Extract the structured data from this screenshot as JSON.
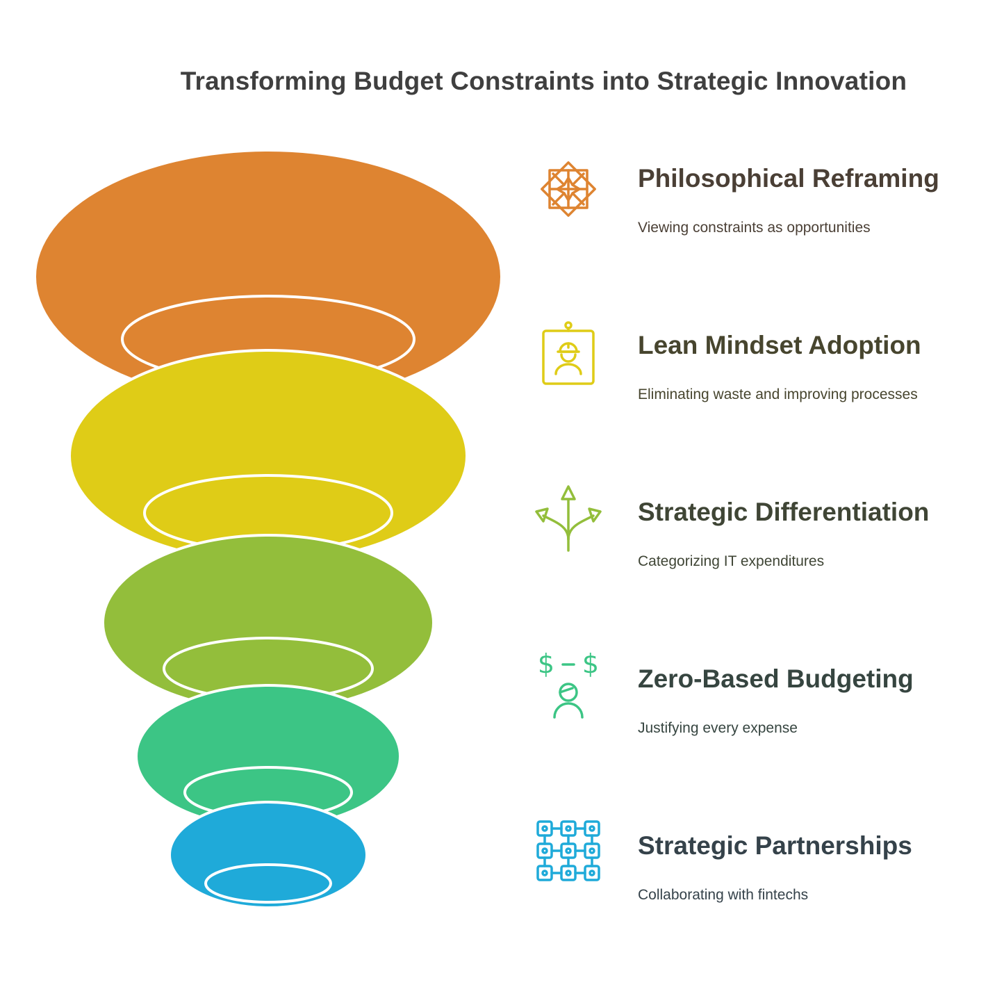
{
  "title": "Transforming Budget Constraints into Strategic Innovation",
  "colors": {
    "background": "#ffffff",
    "title": "#3f3f3f",
    "ring_outline": "#ffffff"
  },
  "steps": [
    {
      "label": "Philosophical Reframing",
      "description": "Viewing constraints as opportunities",
      "icon": "compass-rose-icon",
      "color": "#DE8431",
      "text_color": "#4a3f35"
    },
    {
      "label": "Lean Mindset Adoption",
      "description": "Eliminating waste and improving processes",
      "icon": "worker-badge-icon",
      "color": "#DFCC17",
      "text_color": "#47452e"
    },
    {
      "label": "Strategic Differentiation",
      "description": "Categorizing IT expenditures",
      "icon": "branching-arrows-icon",
      "color": "#93BE3B",
      "text_color": "#3f4535"
    },
    {
      "label": "Zero-Based Budgeting",
      "description": "Justifying every expense",
      "icon": "dollar-person-icon",
      "color": "#3CC585",
      "text_color": "#364540"
    },
    {
      "label": "Strategic Partnerships",
      "description": "Collaborating with fintechs",
      "icon": "network-grid-icon",
      "color": "#1FAAD9",
      "text_color": "#35424a"
    }
  ]
}
